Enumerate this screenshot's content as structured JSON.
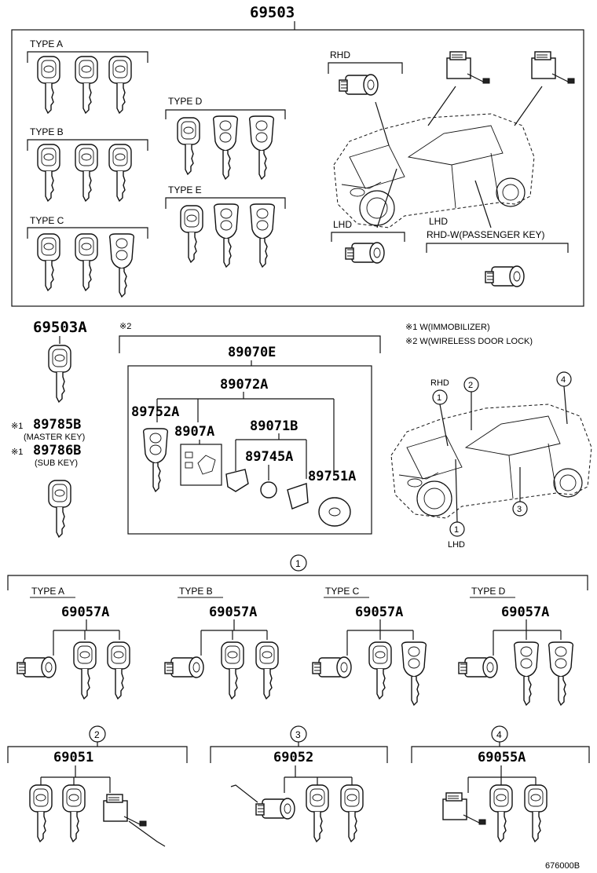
{
  "top": {
    "part": "69503",
    "type_a": "TYPE A",
    "type_b": "TYPE B",
    "type_c": "TYPE C",
    "type_d": "TYPE D",
    "type_e": "TYPE E",
    "rhd": "RHD",
    "lhd_left": "LHD",
    "lhd_right": "LHD",
    "rhd_w": "RHD-W(PASSENGER KEY)"
  },
  "mid": {
    "part_69503a": "69503A",
    "note2": "※2",
    "note_w1": "※1 W(IMMOBILIZER)",
    "note_w2": "※2 W(WIRELESS DOOR LOCK)",
    "mark1_master": "※1",
    "part_89785b": "89785B",
    "master_key": "(MASTER KEY)",
    "mark1_sub": "※1",
    "part_89786b": "89786B",
    "sub_key": "(SUB KEY)",
    "part_89070e": "89070E",
    "part_89072a": "89072A",
    "part_89752a": "89752A",
    "part_8907a": "8907A",
    "part_89071b": "89071B",
    "part_89745a": "89745A",
    "part_89751a": "89751A",
    "car_rhd": "RHD",
    "car_lhd": "LHD",
    "c1": "1",
    "c2": "2",
    "c3": "3",
    "c4": "4",
    "c1b": "1"
  },
  "set1": {
    "circle": "1",
    "type_a": "TYPE A",
    "type_b": "TYPE B",
    "type_c": "TYPE C",
    "type_d": "TYPE D",
    "part": "69057A"
  },
  "bottom": {
    "c2": "2",
    "c3": "3",
    "c4": "4",
    "part_69051": "69051",
    "part_69052": "69052",
    "part_69055a": "69055A",
    "code": "676000B"
  }
}
